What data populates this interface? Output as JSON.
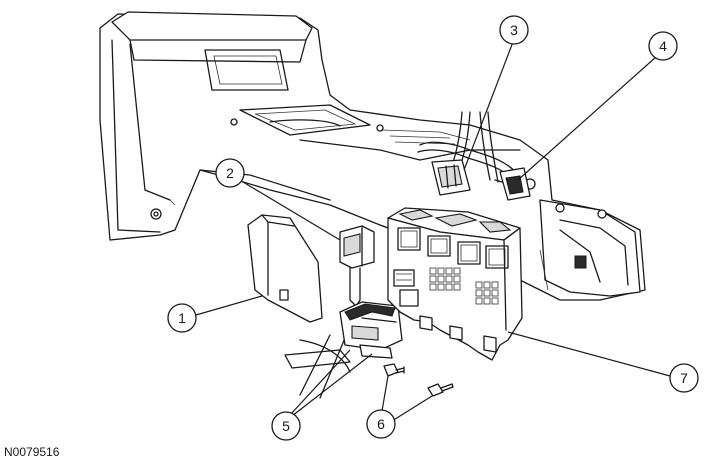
{
  "figure": {
    "id": "N0079516",
    "callouts": [
      {
        "label": "1"
      },
      {
        "label": "2"
      },
      {
        "label": "3"
      },
      {
        "label": "4"
      },
      {
        "label": "5"
      },
      {
        "label": "6"
      },
      {
        "label": "7"
      }
    ]
  },
  "colors": {
    "line": "#1a1a1a",
    "background": "#ffffff",
    "shade": "#d9d9d9"
  }
}
